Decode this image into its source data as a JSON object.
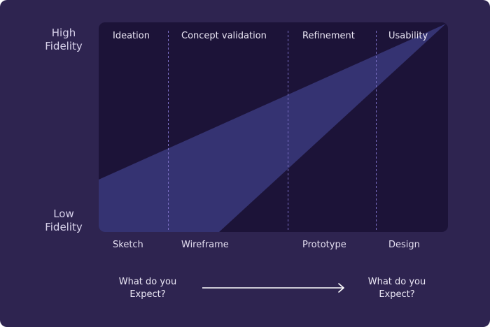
{
  "y_axis": {
    "high_line1": "High",
    "high_line2": "Fidelity",
    "low_line1": "Low",
    "low_line2": "Fidelity"
  },
  "stages": [
    "Ideation",
    "Concept validation",
    "Refinement",
    "Usability"
  ],
  "tools": [
    "Sketch",
    "Wireframe",
    "Prototype",
    "Design"
  ],
  "expect_left": {
    "line1": "What do you",
    "line2": "Expect?"
  },
  "expect_right": {
    "line1": "What do you",
    "line2": "Expect?"
  },
  "colors": {
    "background": "#2e2450",
    "panel": "#1c1338",
    "band": "#3a3a7c",
    "divider": "#7b6fc4",
    "text": "#ebe7f5"
  }
}
